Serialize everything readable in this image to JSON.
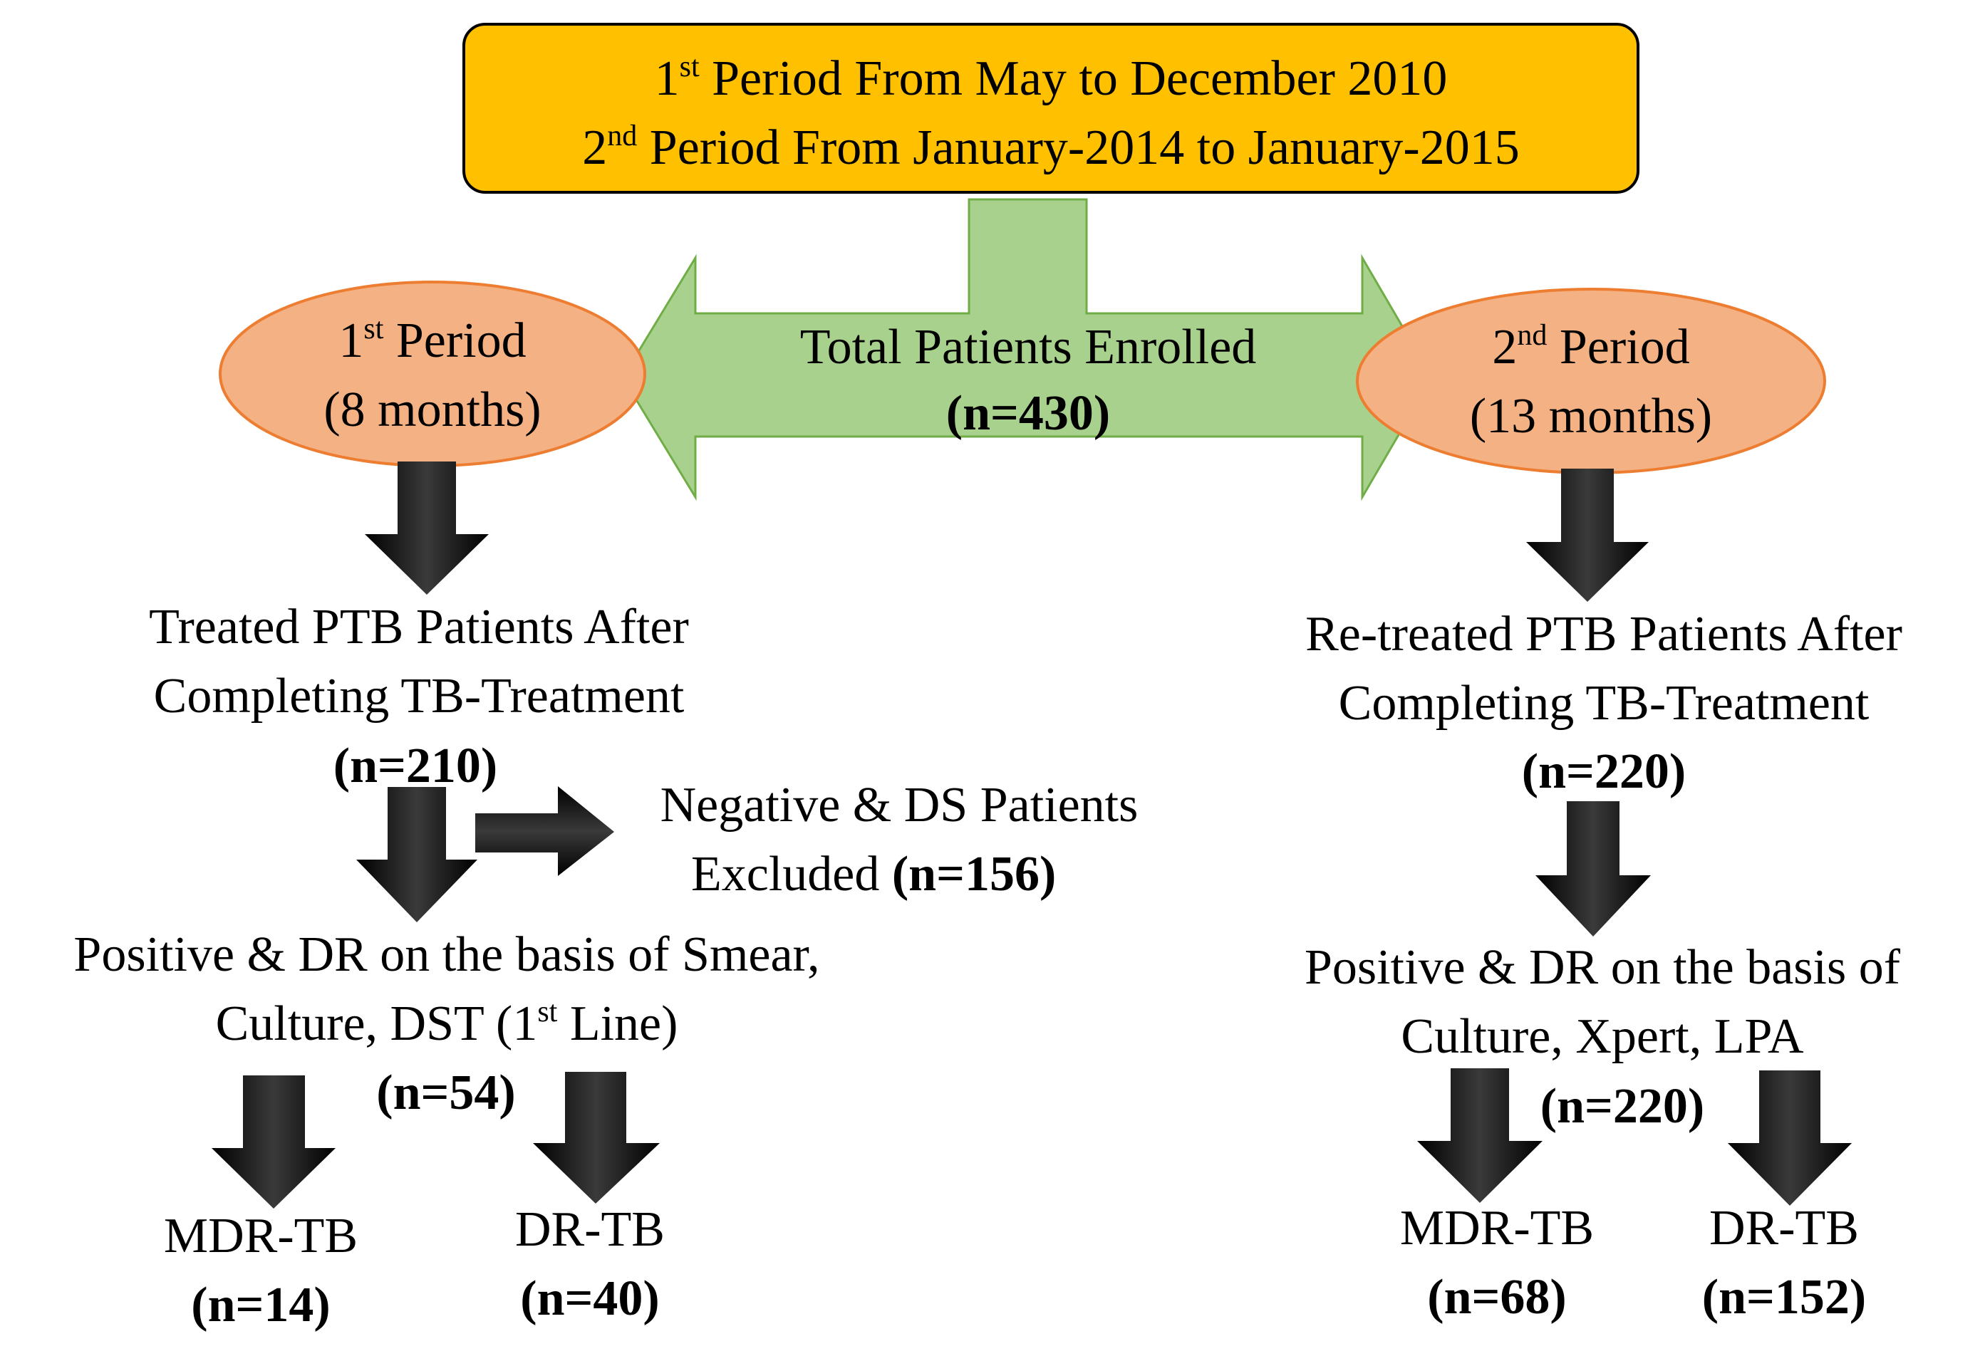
{
  "top_box": {
    "line1": {
      "prefix": "1",
      "sup": "st",
      "text": " Period From May to December 2010"
    },
    "line2": {
      "prefix": "2",
      "sup": "nd",
      "text": " Period  From January-2014 to January-2015"
    }
  },
  "total": {
    "label": "Total  Patients Enrolled",
    "count": "(n=430)"
  },
  "left": {
    "period": {
      "prefix": "1",
      "sup": "st",
      "text": " Period",
      "duration": "(8 months)"
    },
    "treated": {
      "line1": "Treated PTB Patients After",
      "line2": "Completing TB-Treatment",
      "count": "(n=210)"
    },
    "excluded": {
      "line1": "Negative & DS Patients",
      "line2": "Excluded ",
      "count": "(n=156)"
    },
    "positive": {
      "line1": "Positive & DR on the basis of Smear,",
      "line2_a": "Culture, DST (1",
      "line2_sup": "st",
      "line2_b": " Line)",
      "count": "(n=54)"
    },
    "mdr": {
      "label": "MDR-TB",
      "count": "(n=14)"
    },
    "dr": {
      "label": "DR-TB",
      "count": "(n=40)"
    }
  },
  "right": {
    "period": {
      "prefix": "2",
      "sup": "nd",
      "text": " Period",
      "duration": "(13 months)"
    },
    "retreated": {
      "line1": "Re-treated PTB Patients After",
      "line2": "Completing TB-Treatment",
      "count": "(n=220)"
    },
    "positive": {
      "line1": "Positive & DR on the basis of",
      "line2": "Culture, Xpert, LPA",
      "count": "(n=220)"
    },
    "mdr": {
      "label": "MDR-TB",
      "count": "(n=68)"
    },
    "dr": {
      "label": "DR-TB",
      "count": "(n=152)"
    }
  },
  "colors": {
    "top_box_fill": "#FFC000",
    "ellipse_fill": "#F4B183",
    "ellipse_stroke": "#ED7D31",
    "green_fill": "#A9D18E",
    "green_stroke": "#70AD47",
    "arrow_fill": "#000000"
  }
}
